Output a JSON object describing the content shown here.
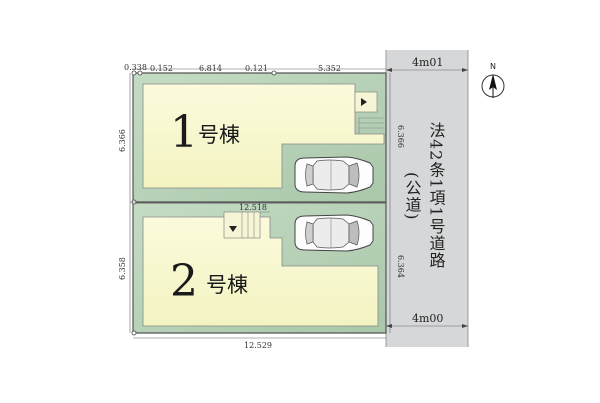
{
  "buildings": [
    {
      "number": "1",
      "suffix": "号棟"
    },
    {
      "number": "2",
      "suffix": "号棟"
    }
  ],
  "road": {
    "name_line1": "法42条1項1号道路",
    "name_line2": "(公道)",
    "width_top": "4m01",
    "width_bottom": "4m00"
  },
  "dimensions": {
    "top_0": "0.338",
    "top_1": "0.152",
    "top_2": "6.814",
    "top_3": "0.121",
    "top_4": "5.352",
    "middle": "12.518",
    "bottom": "12.529",
    "left_lot1": "6.366",
    "left_lot2": "6.358",
    "right_lot1": "6.366",
    "right_lot2": "6.364"
  },
  "compass": {
    "label": "N"
  },
  "colors": {
    "lot_green": "#b5cfb6",
    "building_yellow": "#fafad2",
    "road_gray": "#d6d7d8",
    "lot_border": "#666666"
  }
}
